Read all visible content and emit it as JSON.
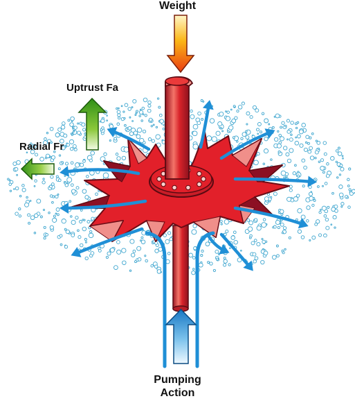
{
  "labels": {
    "weight": "Weight",
    "uptrust": "Uptrust Fa",
    "radial": "Radial Fr",
    "pumping_line1": "Pumping",
    "pumping_line2": "Action"
  },
  "colors": {
    "bubble_stroke": "#3fa6cf",
    "bubble_fill": "#ffffff",
    "flow_arrow": "#1f8fd6",
    "rotor_red": "#e2202a",
    "rotor_dark": "#8c1023",
    "rotor_pink": "#f08f8a",
    "shaft_red": "#d8232a",
    "shaft_highlight": "#f27a6e",
    "uptrust_arrow": "#3a9a1e",
    "weight_arrow": "#f05a13",
    "pump_arrow": "#1a86cf"
  },
  "icons": {
    "weight": "down-arrow-icon",
    "uptrust": "up-arrow-icon",
    "radial": "left-arrow-icon",
    "pumping": "up-arrow-icon"
  }
}
